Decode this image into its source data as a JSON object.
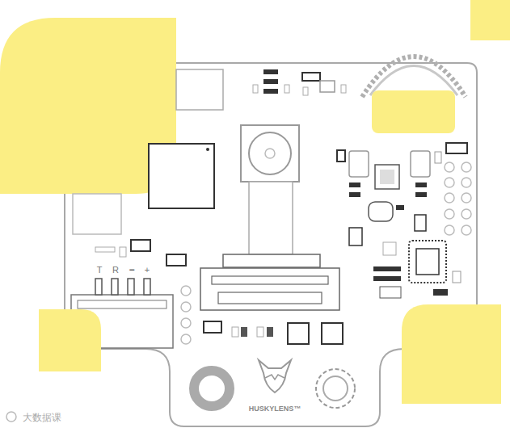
{
  "diagram": {
    "labels": [
      "T",
      "R",
      "−",
      "+",
      "HUSKYLENS™",
      "大数据课"
    ]
  }
}
